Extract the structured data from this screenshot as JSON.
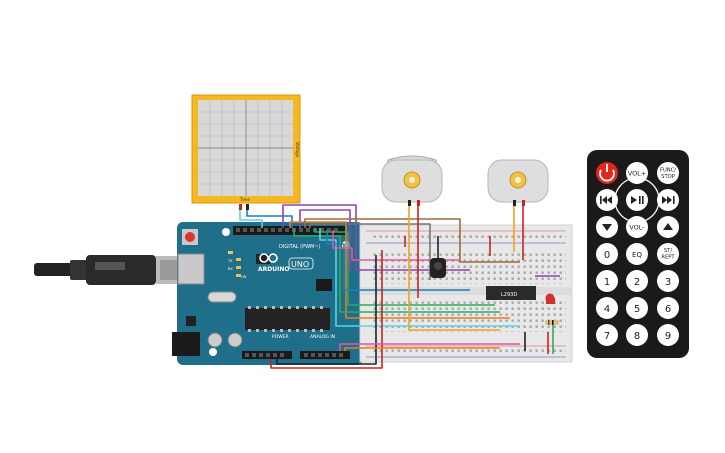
{
  "oscilloscope": {
    "time_label": "Time",
    "voltage_label": "Voltage",
    "frame_color": "#f6b820"
  },
  "arduino": {
    "brand_label": "ARDUINO",
    "model_label": "UNO",
    "digital_label": "DIGITAL (PWM~)",
    "power_label": "POWER",
    "analog_label": "ANALOG IN",
    "tx_label": "TX",
    "rx_label": "RX",
    "l_label": "L",
    "on_label": "ON",
    "board_color": "#1f6f8b"
  },
  "driver_chip": {
    "label": "L293D"
  },
  "remote": {
    "row1": [
      "",
      "VOL+",
      "FUNC/\nSTOP"
    ],
    "play_pause": "▶||",
    "prev": "|◀◀",
    "next": "▶▶|",
    "down": "▼",
    "up": "▲",
    "vol_minus": "VOL-",
    "zero": "0",
    "eq": "EQ",
    "st_rept": "ST/\nREPT",
    "digits": [
      "1",
      "2",
      "3",
      "4",
      "5",
      "6",
      "7",
      "8",
      "9"
    ],
    "power_icon_color": "#e5261c",
    "body_color": "#1a1a1a"
  }
}
